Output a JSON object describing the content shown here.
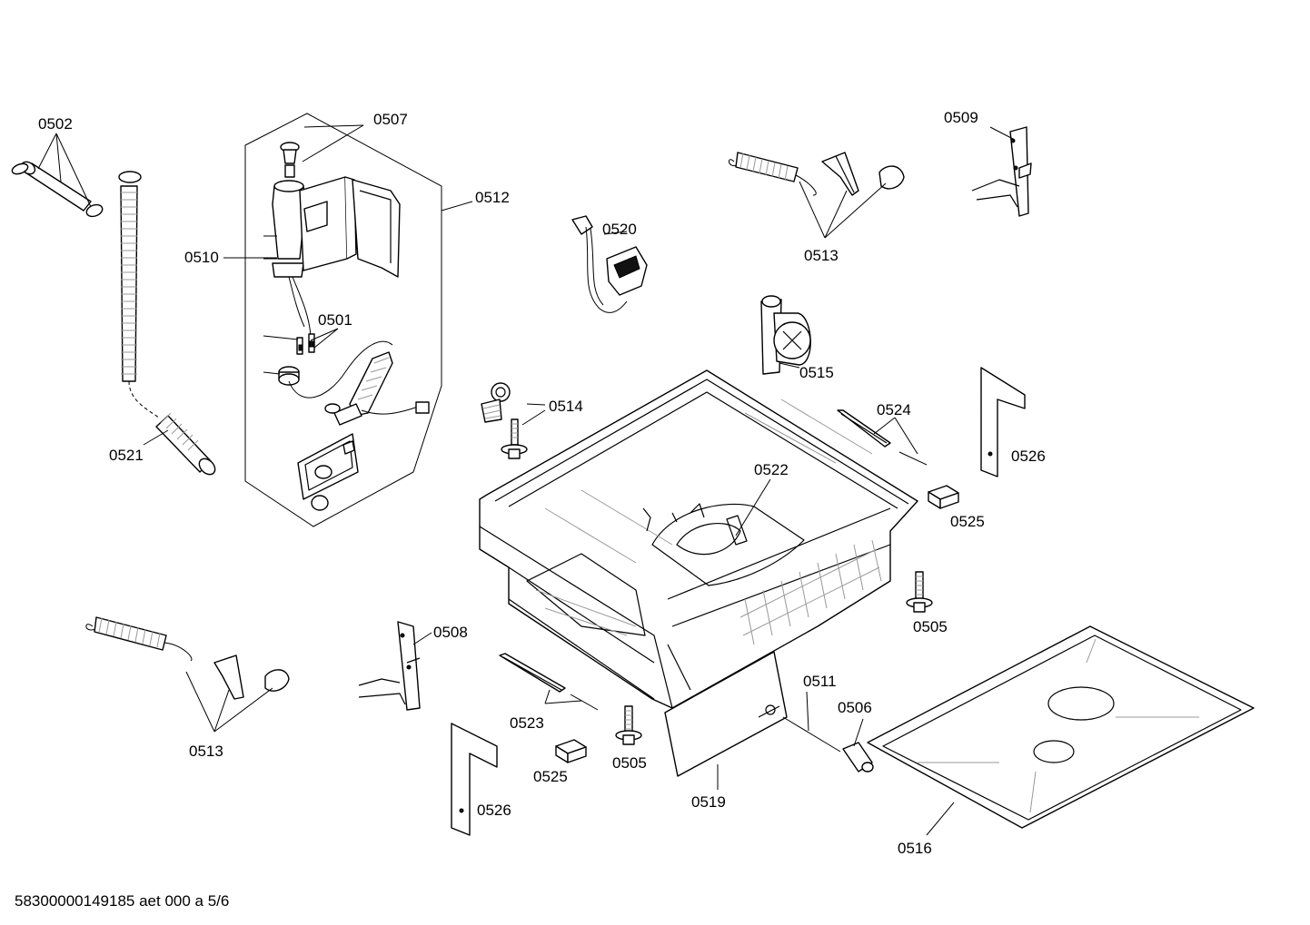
{
  "diagram": {
    "labels": {
      "p0502": "0502",
      "p0507": "0507",
      "p0512": "0512",
      "p0510": "0510",
      "p0501": "0501",
      "p0521": "0521",
      "p0520": "0520",
      "p0513_top": "0513",
      "p0509": "0509",
      "p0515": "0515",
      "p0514": "0514",
      "p0524": "0524",
      "p0526_right": "0526",
      "p0522": "0522",
      "p0525_right": "0525",
      "p0505_right": "0505",
      "p0508": "0508",
      "p0513_bottom": "0513",
      "p0523": "0523",
      "p0525_bottom": "0525",
      "p0505_bottom": "0505",
      "p0511": "0511",
      "p0506": "0506",
      "p0519": "0519",
      "p0526_bottom": "0526",
      "p0516": "0516"
    },
    "footer": "58300000149185 aet 000 a 5/6"
  }
}
